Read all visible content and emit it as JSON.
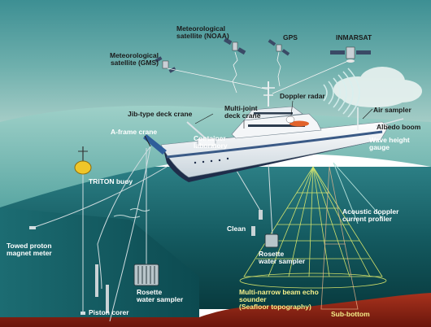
{
  "labels": {
    "met_noaa": [
      "Meteorological",
      "satellite (NOAA)"
    ],
    "met_gms": [
      "Meteorological",
      "satellite (GMS)"
    ],
    "gps": "GPS",
    "inmarsat": "INMARSAT",
    "doppler_radar": "Doppler radar",
    "jib_crane": "Jib-type deck crane",
    "multi_joint": [
      "Multi-joint",
      "deck crane"
    ],
    "air_sampler": "Air sampler",
    "albedo_boom": "Albedo boom",
    "wave_height": [
      "Wave height",
      "gauge"
    ],
    "a_frame": "A-frame crane",
    "container_lab": [
      "Container",
      "laboratory"
    ],
    "triton": "TRITON buoy",
    "acoustic_doppler": [
      "Acoustic doppler",
      "current profiler"
    ],
    "clean": "Clean",
    "towed_proton": [
      "Towed proton",
      "magnet meter"
    ],
    "rosette_right": [
      "Rosette",
      "water sampler"
    ],
    "rosette_left": [
      "Rosette",
      "water sampler"
    ],
    "multi_narrow": [
      "Multi-narrow beam echo",
      "sounder",
      "(Seafloor topography)"
    ],
    "piston_corer": "Piston corer",
    "sub_bottom": "Sub-bottom"
  },
  "colors": {
    "sky_top": "#3d8f93",
    "sky_bottom": "#a4ccc6",
    "sea_surface": "#7fbdb5",
    "sea_deep": "#083a3e",
    "seafloor": "#8a1f12",
    "label_dark": "#1b1b1b",
    "label_light": "#ffffff",
    "beam": "#e6f06e"
  }
}
